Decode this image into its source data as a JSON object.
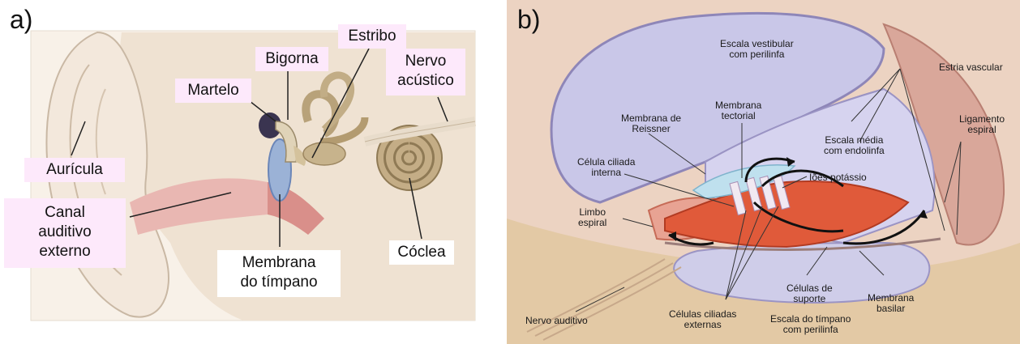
{
  "panel_a": {
    "letter": "a)",
    "labels": {
      "estribo": "Estribo",
      "bigorna": "Bigorna",
      "nervo_line1": "Nervo",
      "nervo_line2": "acústico",
      "martelo": "Martelo",
      "auricula": "Aurícula",
      "canal_line1": "Canal",
      "canal_line2": "auditivo",
      "canal_line3": "externo",
      "coclea": "Cóclea",
      "membrana_line1": "Membrana",
      "membrana_line2": "do tímpano"
    }
  },
  "panel_b": {
    "letter": "b)",
    "labels": {
      "escala_vestibular_1": "Escala vestibular",
      "escala_vestibular_2": "com perilinfa",
      "estria": "Estria vascular",
      "ligamento_1": "Ligamento",
      "ligamento_2": "espiral",
      "membrana_tectorial_1": "Membrana",
      "membrana_tectorial_2": "tectorial",
      "membrana_reissner_1": "Membrana de",
      "membrana_reissner_2": "Reissner",
      "escala_media_1": "Escala média",
      "escala_media_2": "com endolinfa",
      "celula_interna_1": "Célula ciliada",
      "celula_interna_2": "interna",
      "ioes": "Iões potássio",
      "limbo_1": "Limbo",
      "limbo_2": "espiral",
      "celulas_suporte_1": "Células de",
      "celulas_suporte_2": "suporte",
      "membrana_basilar_1": "Membrana",
      "membrana_basilar_2": "basilar",
      "nervo_auditivo": "Nervo auditivo",
      "celulas_externas_1": "Células ciliadas",
      "celulas_externas_2": "externas",
      "escala_timpano_1": "Escala do tímpano",
      "escala_timpano_2": "com perilinfa"
    }
  }
}
